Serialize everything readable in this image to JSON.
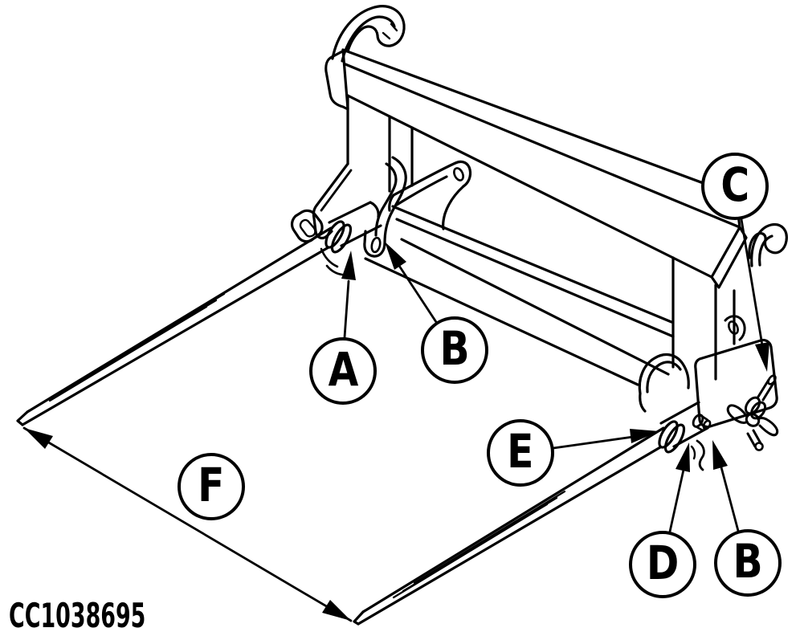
{
  "figure": {
    "code": "CC1038695",
    "kind": "technical-line-drawing",
    "subject": "Quick-attach hitch frame with two bale spears"
  },
  "callouts": {
    "a": {
      "label": "A"
    },
    "b_upper": {
      "label": "B"
    },
    "c": {
      "label": "C"
    },
    "d": {
      "label": "D"
    },
    "b_lower": {
      "label": "B"
    },
    "e": {
      "label": "E"
    },
    "f": {
      "label": "F"
    }
  },
  "colors": {
    "line": "#000000",
    "background": "#ffffff"
  }
}
